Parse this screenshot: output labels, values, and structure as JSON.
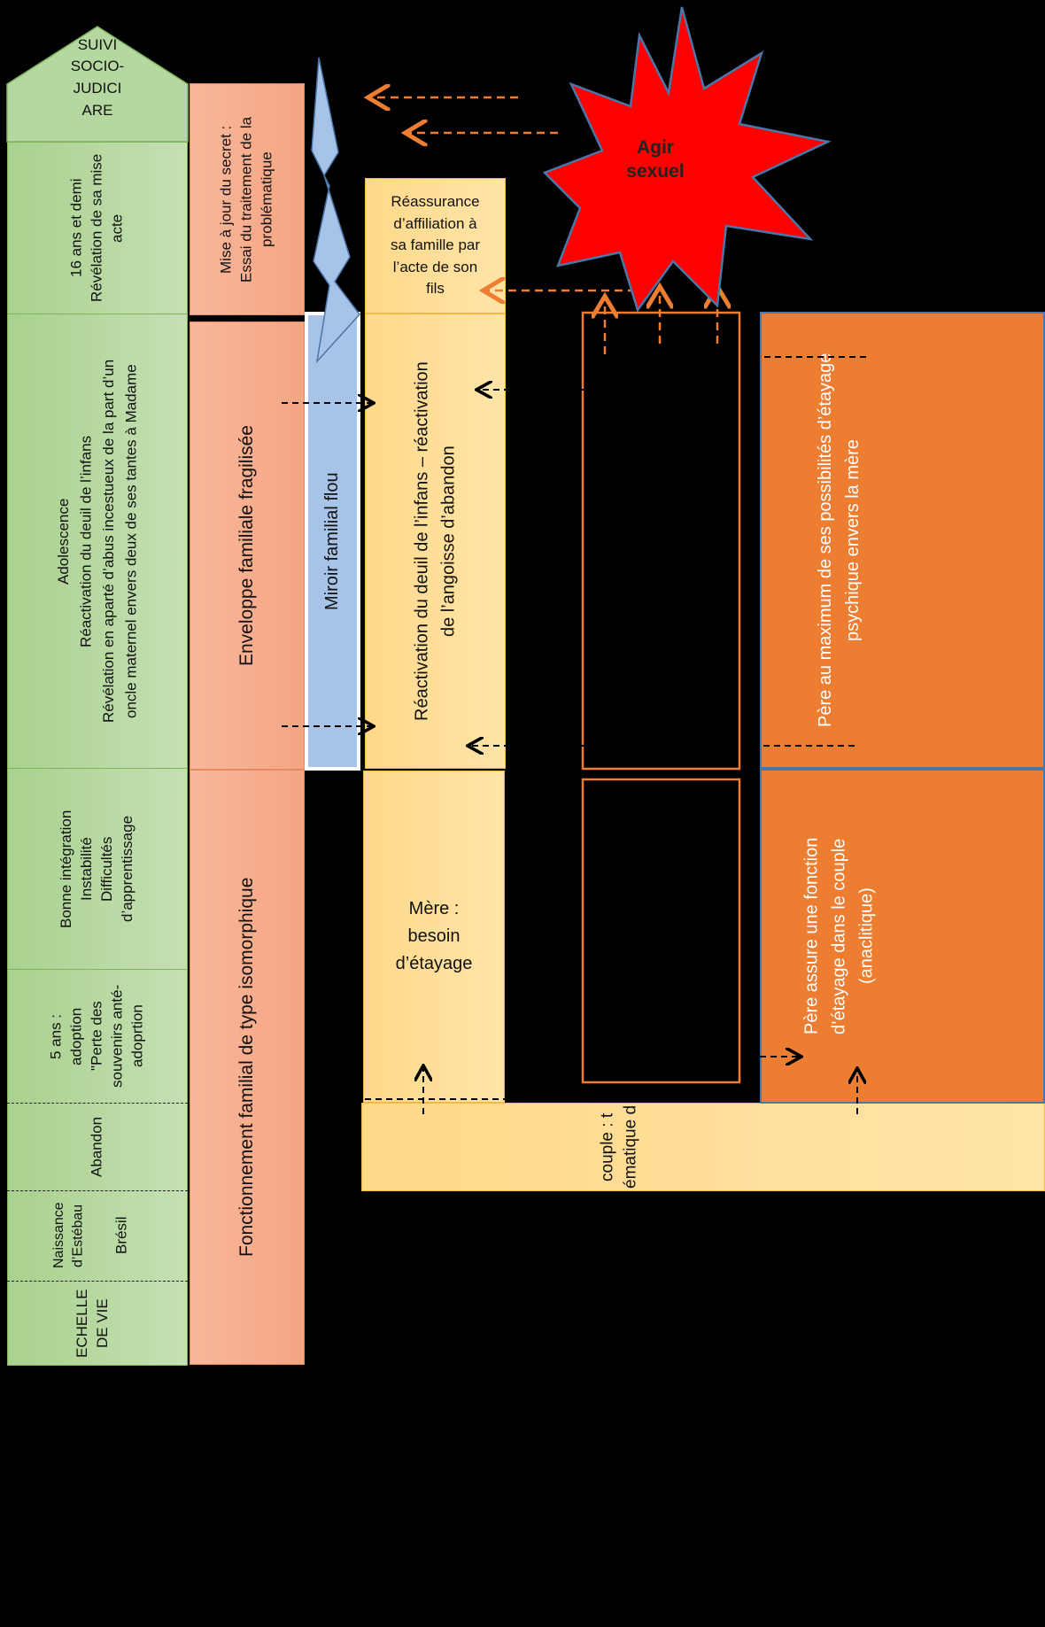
{
  "column_life": {
    "top_label": "SUIVI\nSOCIO-\nJUDICI\nARE",
    "revelation": "16 ans et demi\nRévélation de sa mise\nacte",
    "adolescence": "Adolescence\nRéactivation du deuil de l’infans\nRévélation en aparté d’abus incestueux de la part d’un\noncle maternel envers deux de ses tantes à Madame",
    "integration": "Bonne intégration\nInstabilité\nDifficultés\nd’apprentissage",
    "adoption": "5 ans :\nadoption\n\"Perte des\nsouvenirs anté-\nadoprtion",
    "abandon": "Abandon",
    "birth_line1": "Naissance\nd’Estébau",
    "birth_line2": "Brésil",
    "scale": "ECHELLE\nDE VIE"
  },
  "column_family": {
    "secret": "Mise à jour du secret :\nEssai du traitement de la\nproblématique",
    "envelope": "Enveloppe familiale fragilisée",
    "isomorphic": "Fonctionnement familial de type isomorphique"
  },
  "mirror": {
    "label": "Miroir familial flou"
  },
  "column_mother": {
    "reassurance": "Réassurance\nd’affiliation à\nsa famille par\nl’acte de son\nfils",
    "reactivation": "Réactivation du deuil de l’infans – réactivation\nde l’angoisse d’abandon",
    "need": "Mère :\nbesoin\nd’étayage"
  },
  "couple_bar": {
    "text": "couple : t\nématique d"
  },
  "column_father": {
    "maximum": "Père au maximum de ses possibilités d’étayage\npsychique envers la mère",
    "function": "Père assure une fonction\nd’étayage dans le couple\n(anaclitique)"
  },
  "burst": {
    "label": "Agir\nsexuel",
    "color": "#ff0000"
  },
  "colors": {
    "green": "#a9d18e",
    "salmon": "#f4a582",
    "yellow": "#ffd98a",
    "orange": "#ed7d31",
    "blue": "#a7c4e8",
    "arrow_orange": "#ed7d31"
  }
}
